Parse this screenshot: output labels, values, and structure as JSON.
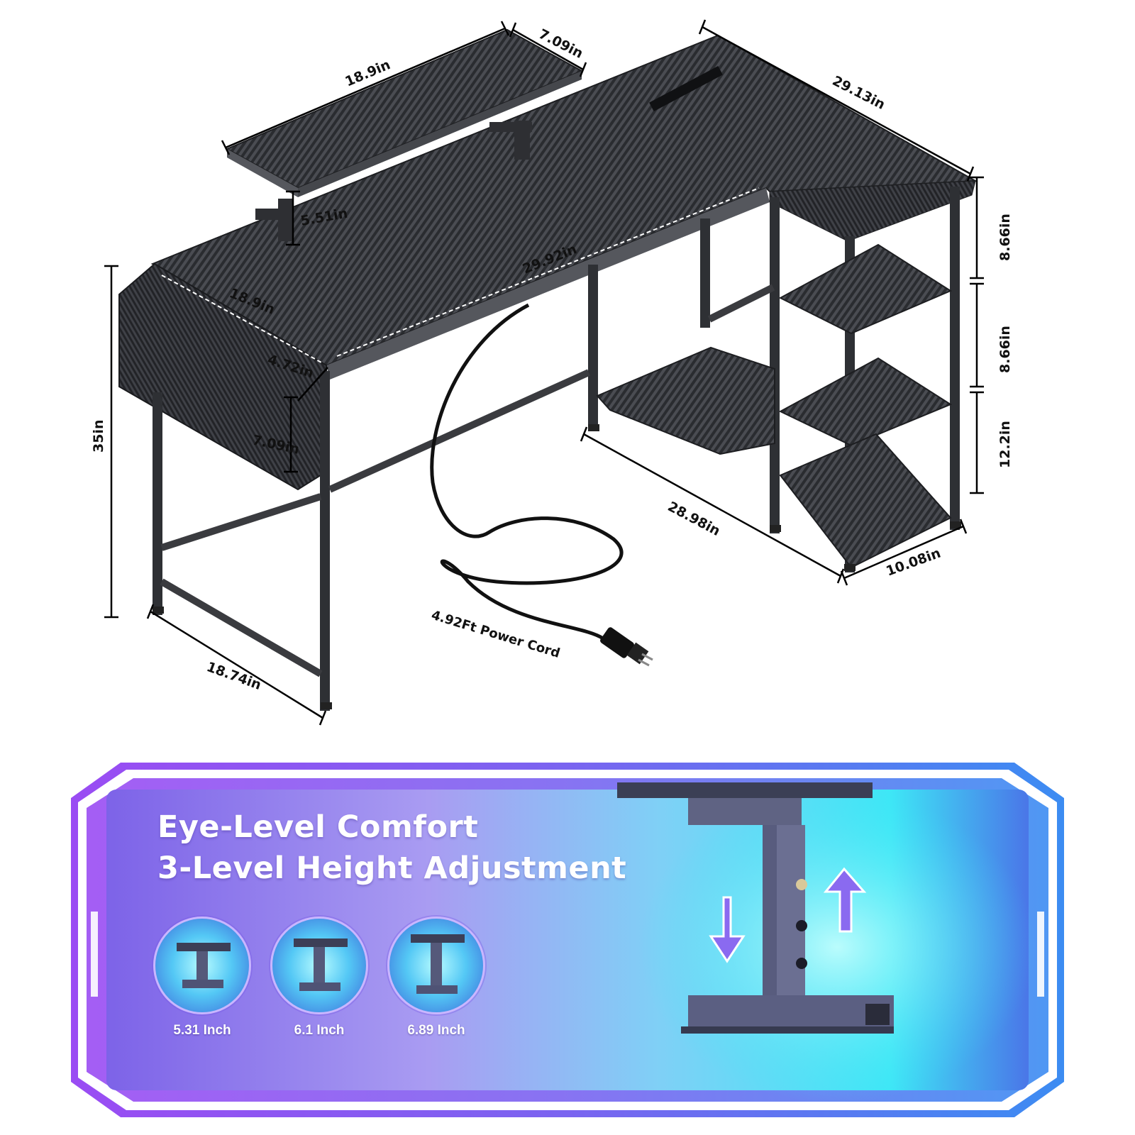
{
  "dimensions": {
    "monitor_shelf_length": "18.9in",
    "monitor_shelf_depth": "7.09in",
    "short_side_length": "29.13in",
    "riser_height": "5.51in",
    "main_top_length": "29.92in",
    "main_top_depth": "18.9in",
    "drawer_depth": "4.72in",
    "drawer_height": "7.09in",
    "overall_height": "35in",
    "shelf_gap_top": "8.66in",
    "shelf_gap_middle": "8.66in",
    "shelf_gap_bottom": "12.2in",
    "lower_shelf_length": "28.98in",
    "side_depth": "10.08in",
    "base_depth": "18.74in"
  },
  "power_cord_label": "4.92Ft Power Cord",
  "banner": {
    "headline_line1": "Eye-Level Comfort",
    "headline_line2": "3-Level Height Adjustment",
    "levels": [
      {
        "label": "5.31 Inch",
        "level": 1
      },
      {
        "label": "6.1 Inch",
        "level": 2
      },
      {
        "label": "6.89 Inch",
        "level": 3
      }
    ]
  },
  "colors": {
    "carbon_dark": "#2b2d31",
    "frame": "#3a3b3f",
    "banner_purple": "#8a5cf0",
    "banner_cyan": "#35e3f5",
    "banner_blue": "#4f7cf0"
  }
}
